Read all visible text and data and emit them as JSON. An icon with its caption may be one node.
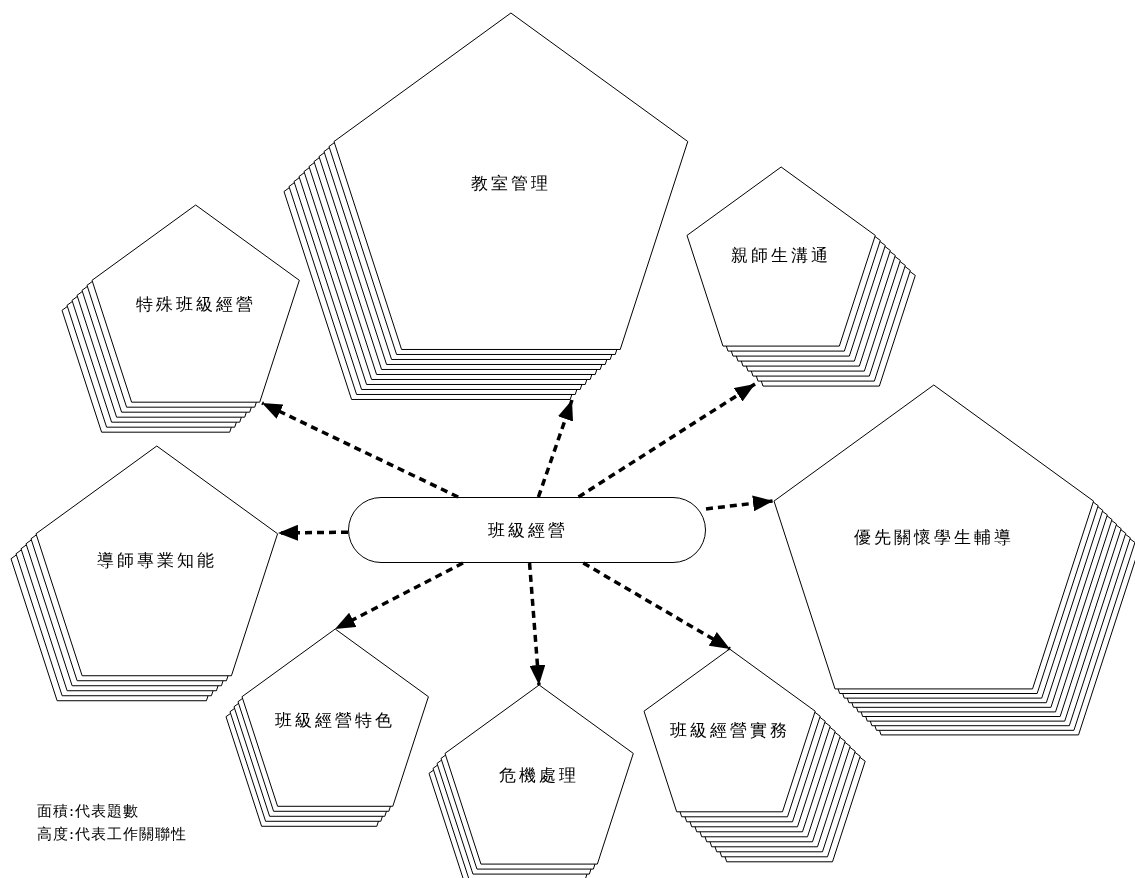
{
  "diagram": {
    "nodes": [
      {
        "text": [
          "教室管理"
        ]
      },
      {
        "text": [
          "特殊班級經營"
        ]
      },
      {
        "text": [
          "親師生溝通"
        ]
      },
      {
        "text": [
          "優先關懷學生輔導"
        ]
      },
      {
        "text": [
          "導師專業知能"
        ]
      },
      {
        "text": [
          "班級經營"
        ]
      },
      {
        "text": [
          "班級經營特色"
        ]
      },
      {
        "text": [
          "危機處理"
        ]
      },
      {
        "text": [
          "班級經營實務"
        ]
      }
    ],
    "edges": [
      {
        "from": 5,
        "to": 0,
        "arrow": "to",
        "style": "dashed"
      },
      {
        "from": 5,
        "to": 1,
        "arrow": "to",
        "style": "dashed"
      },
      {
        "from": 5,
        "to": 2,
        "arrow": "to",
        "style": "dashed"
      },
      {
        "from": 5,
        "to": 3,
        "arrow": "to",
        "style": "dashed"
      },
      {
        "from": 5,
        "to": 4,
        "arrow": "to",
        "style": "dashed"
      },
      {
        "from": 5,
        "to": 6,
        "arrow": "to",
        "style": "dashed"
      },
      {
        "from": 5,
        "to": 7,
        "arrow": "to",
        "style": "dashed"
      },
      {
        "from": 5,
        "to": 8,
        "arrow": "to",
        "style": "dashed"
      }
    ],
    "labels": [
      "面積:代表題數",
      "高度:代表工作關聯性"
    ]
  }
}
